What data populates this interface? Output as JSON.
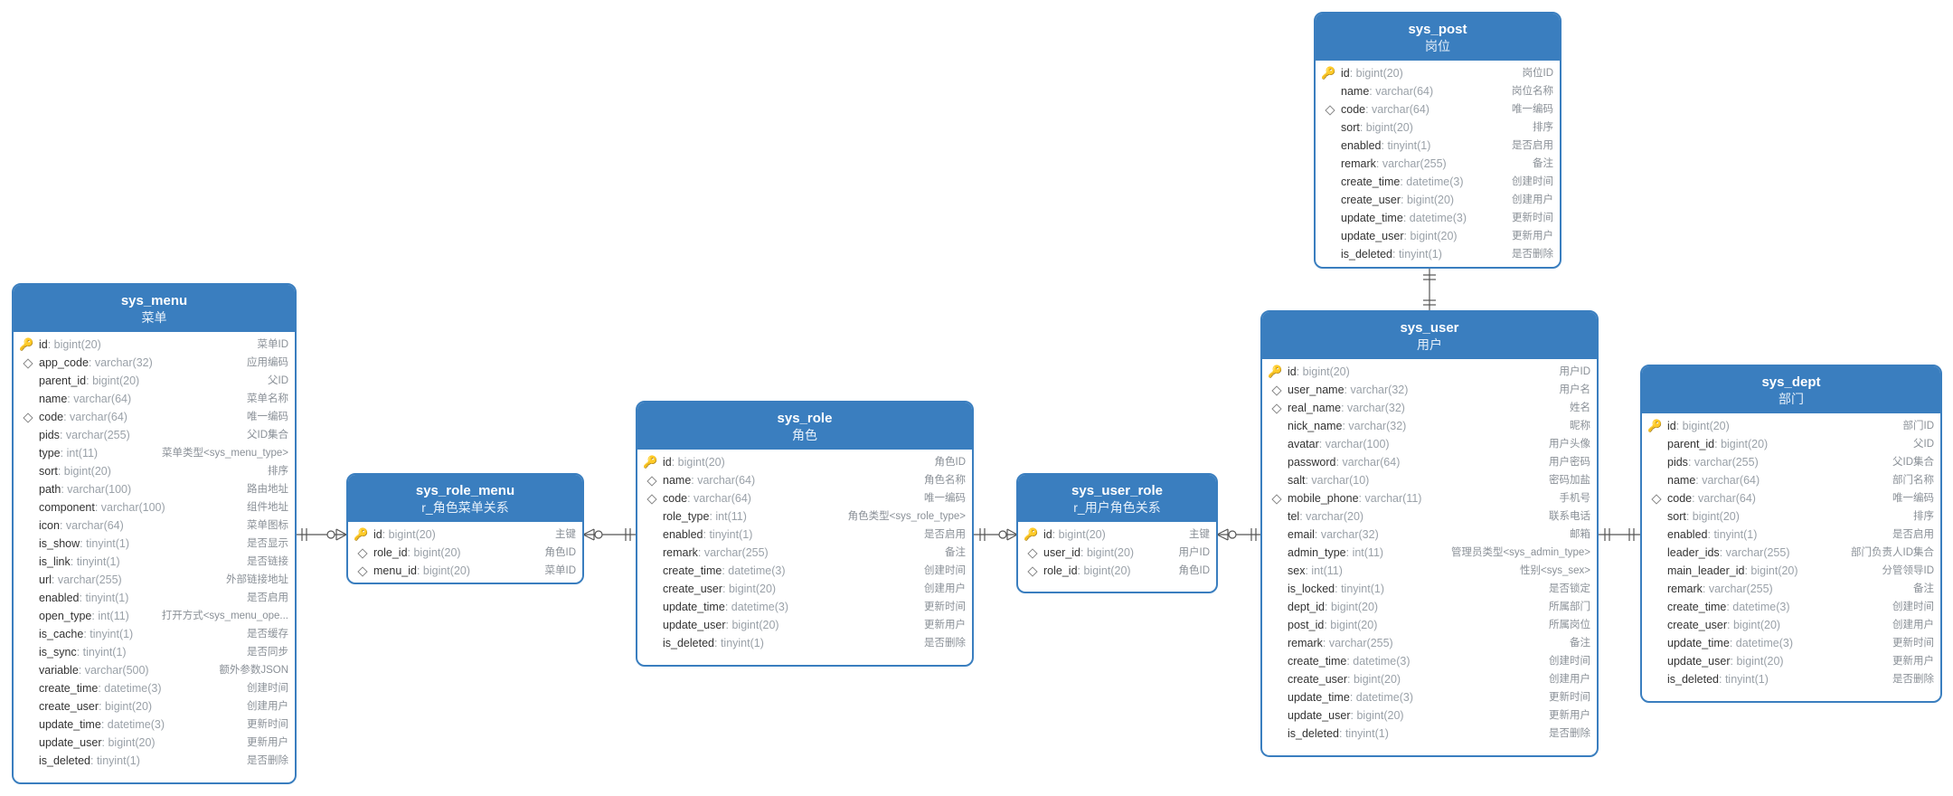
{
  "colors": {
    "header": "#3a7ebf",
    "border": "#3a7ebf",
    "line": "#555555",
    "key": "#e0a800"
  },
  "tables": {
    "sys_menu": {
      "name": "sys_menu",
      "cn": "菜单",
      "columns": [
        {
          "name": "id",
          "type": ": bigint(20)",
          "comment": "菜单ID",
          "key": true
        },
        {
          "name": "app_code",
          "type": ": varchar(32)",
          "comment": "应用编码",
          "idx": true
        },
        {
          "name": "parent_id",
          "type": ": bigint(20)",
          "comment": "父ID"
        },
        {
          "name": "name",
          "type": ": varchar(64)",
          "comment": "菜单名称"
        },
        {
          "name": "code",
          "type": ": varchar(64)",
          "comment": "唯一编码",
          "idx": true
        },
        {
          "name": "pids",
          "type": ": varchar(255)",
          "comment": "父ID集合"
        },
        {
          "name": "type",
          "type": ": int(11)",
          "comment": "菜单类型<sys_menu_type>"
        },
        {
          "name": "sort",
          "type": ": bigint(20)",
          "comment": "排序"
        },
        {
          "name": "path",
          "type": ": varchar(100)",
          "comment": "路由地址"
        },
        {
          "name": "component",
          "type": ": varchar(100)",
          "comment": "组件地址"
        },
        {
          "name": "icon",
          "type": ": varchar(64)",
          "comment": "菜单图标"
        },
        {
          "name": "is_show",
          "type": ": tinyint(1)",
          "comment": "是否显示"
        },
        {
          "name": "is_link",
          "type": ": tinyint(1)",
          "comment": "是否链接"
        },
        {
          "name": "url",
          "type": ": varchar(255)",
          "comment": "外部链接地址"
        },
        {
          "name": "enabled",
          "type": ": tinyint(1)",
          "comment": "是否启用"
        },
        {
          "name": "open_type",
          "type": ": int(11)",
          "comment": "打开方式<sys_menu_ope..."
        },
        {
          "name": "is_cache",
          "type": ": tinyint(1)",
          "comment": "是否缓存"
        },
        {
          "name": "is_sync",
          "type": ": tinyint(1)",
          "comment": "是否同步"
        },
        {
          "name": "variable",
          "type": ": varchar(500)",
          "comment": "额外参数JSON"
        },
        {
          "name": "create_time",
          "type": ": datetime(3)",
          "comment": "创建时间"
        },
        {
          "name": "create_user",
          "type": ": bigint(20)",
          "comment": "创建用户"
        },
        {
          "name": "update_time",
          "type": ": datetime(3)",
          "comment": "更新时间"
        },
        {
          "name": "update_user",
          "type": ": bigint(20)",
          "comment": "更新用户"
        },
        {
          "name": "is_deleted",
          "type": ": tinyint(1)",
          "comment": "是否删除"
        }
      ]
    },
    "sys_role_menu": {
      "name": "sys_role_menu",
      "cn": "r_角色菜单关系",
      "columns": [
        {
          "name": "id",
          "type": ": bigint(20)",
          "comment": "主键",
          "key": true
        },
        {
          "name": "role_id",
          "type": ": bigint(20)",
          "comment": "角色ID",
          "idx": true
        },
        {
          "name": "menu_id",
          "type": ": bigint(20)",
          "comment": "菜单ID",
          "idx": true
        }
      ]
    },
    "sys_role": {
      "name": "sys_role",
      "cn": "角色",
      "columns": [
        {
          "name": "id",
          "type": ": bigint(20)",
          "comment": "角色ID",
          "key": true
        },
        {
          "name": "name",
          "type": ": varchar(64)",
          "comment": "角色名称",
          "idx": true
        },
        {
          "name": "code",
          "type": ": varchar(64)",
          "comment": "唯一编码",
          "idx": true
        },
        {
          "name": "role_type",
          "type": ": int(11)",
          "comment": "角色类型<sys_role_type>"
        },
        {
          "name": "enabled",
          "type": ": tinyint(1)",
          "comment": "是否启用"
        },
        {
          "name": "remark",
          "type": ": varchar(255)",
          "comment": "备注"
        },
        {
          "name": "create_time",
          "type": ": datetime(3)",
          "comment": "创建时间"
        },
        {
          "name": "create_user",
          "type": ": bigint(20)",
          "comment": "创建用户"
        },
        {
          "name": "update_time",
          "type": ": datetime(3)",
          "comment": "更新时间"
        },
        {
          "name": "update_user",
          "type": ": bigint(20)",
          "comment": "更新用户"
        },
        {
          "name": "is_deleted",
          "type": ": tinyint(1)",
          "comment": "是否删除"
        }
      ]
    },
    "sys_user_role": {
      "name": "sys_user_role",
      "cn": "r_用户角色关系",
      "columns": [
        {
          "name": "id",
          "type": ": bigint(20)",
          "comment": "主键",
          "key": true
        },
        {
          "name": "user_id",
          "type": ": bigint(20)",
          "comment": "用户ID",
          "idx": true
        },
        {
          "name": "role_id",
          "type": ": bigint(20)",
          "comment": "角色ID",
          "idx": true
        }
      ]
    },
    "sys_post": {
      "name": "sys_post",
      "cn": "岗位",
      "columns": [
        {
          "name": "id",
          "type": ": bigint(20)",
          "comment": "岗位ID",
          "key": true
        },
        {
          "name": "name",
          "type": ": varchar(64)",
          "comment": "岗位名称"
        },
        {
          "name": "code",
          "type": ": varchar(64)",
          "comment": "唯一编码",
          "idx": true
        },
        {
          "name": "sort",
          "type": ": bigint(20)",
          "comment": "排序"
        },
        {
          "name": "enabled",
          "type": ": tinyint(1)",
          "comment": "是否启用"
        },
        {
          "name": "remark",
          "type": ": varchar(255)",
          "comment": "备注"
        },
        {
          "name": "create_time",
          "type": ": datetime(3)",
          "comment": "创建时间"
        },
        {
          "name": "create_user",
          "type": ": bigint(20)",
          "comment": "创建用户"
        },
        {
          "name": "update_time",
          "type": ": datetime(3)",
          "comment": "更新时间"
        },
        {
          "name": "update_user",
          "type": ": bigint(20)",
          "comment": "更新用户"
        },
        {
          "name": "is_deleted",
          "type": ": tinyint(1)",
          "comment": "是否删除"
        }
      ]
    },
    "sys_user": {
      "name": "sys_user",
      "cn": "用户",
      "columns": [
        {
          "name": "id",
          "type": ": bigint(20)",
          "comment": "用户ID",
          "key": true
        },
        {
          "name": "user_name",
          "type": ": varchar(32)",
          "comment": "用户名",
          "idx": true
        },
        {
          "name": "real_name",
          "type": ": varchar(32)",
          "comment": "姓名",
          "idx": true
        },
        {
          "name": "nick_name",
          "type": ": varchar(32)",
          "comment": "昵称"
        },
        {
          "name": "avatar",
          "type": ": varchar(100)",
          "comment": "用户头像"
        },
        {
          "name": "password",
          "type": ": varchar(64)",
          "comment": "用户密码"
        },
        {
          "name": "salt",
          "type": ": varchar(10)",
          "comment": "密码加盐"
        },
        {
          "name": "mobile_phone",
          "type": ": varchar(11)",
          "comment": "手机号",
          "idx": true
        },
        {
          "name": "tel",
          "type": ": varchar(20)",
          "comment": "联系电话"
        },
        {
          "name": "email",
          "type": ": varchar(32)",
          "comment": "邮箱"
        },
        {
          "name": "admin_type",
          "type": ": int(11)",
          "comment": "管理员类型<sys_admin_type>"
        },
        {
          "name": "sex",
          "type": ": int(11)",
          "comment": "性别<sys_sex>"
        },
        {
          "name": "is_locked",
          "type": ": tinyint(1)",
          "comment": "是否锁定"
        },
        {
          "name": "dept_id",
          "type": ": bigint(20)",
          "comment": "所属部门"
        },
        {
          "name": "post_id",
          "type": ": bigint(20)",
          "comment": "所属岗位"
        },
        {
          "name": "remark",
          "type": ": varchar(255)",
          "comment": "备注"
        },
        {
          "name": "create_time",
          "type": ": datetime(3)",
          "comment": "创建时间"
        },
        {
          "name": "create_user",
          "type": ": bigint(20)",
          "comment": "创建用户"
        },
        {
          "name": "update_time",
          "type": ": datetime(3)",
          "comment": "更新时间"
        },
        {
          "name": "update_user",
          "type": ": bigint(20)",
          "comment": "更新用户"
        },
        {
          "name": "is_deleted",
          "type": ": tinyint(1)",
          "comment": "是否删除"
        }
      ]
    },
    "sys_dept": {
      "name": "sys_dept",
      "cn": "部门",
      "columns": [
        {
          "name": "id",
          "type": ": bigint(20)",
          "comment": "部门ID",
          "key": true
        },
        {
          "name": "parent_id",
          "type": ": bigint(20)",
          "comment": "父ID"
        },
        {
          "name": "pids",
          "type": ": varchar(255)",
          "comment": "父ID集合"
        },
        {
          "name": "name",
          "type": ": varchar(64)",
          "comment": "部门名称"
        },
        {
          "name": "code",
          "type": ": varchar(64)",
          "comment": "唯一编码",
          "idx": true
        },
        {
          "name": "sort",
          "type": ": bigint(20)",
          "comment": "排序"
        },
        {
          "name": "enabled",
          "type": ": tinyint(1)",
          "comment": "是否启用"
        },
        {
          "name": "leader_ids",
          "type": ": varchar(255)",
          "comment": "部门负责人ID集合"
        },
        {
          "name": "main_leader_id",
          "type": ": bigint(20)",
          "comment": "分管领导ID"
        },
        {
          "name": "remark",
          "type": ": varchar(255)",
          "comment": "备注"
        },
        {
          "name": "create_time",
          "type": ": datetime(3)",
          "comment": "创建时间"
        },
        {
          "name": "create_user",
          "type": ": bigint(20)",
          "comment": "创建用户"
        },
        {
          "name": "update_time",
          "type": ": datetime(3)",
          "comment": "更新时间"
        },
        {
          "name": "update_user",
          "type": ": bigint(20)",
          "comment": "更新用户"
        },
        {
          "name": "is_deleted",
          "type": ": tinyint(1)",
          "comment": "是否删除"
        }
      ]
    }
  },
  "relations": [
    {
      "from": "sys_menu",
      "to": "sys_role_menu",
      "from_end": "one-and-only-one",
      "to_end": "zero-or-many"
    },
    {
      "from": "sys_role_menu",
      "to": "sys_role",
      "from_end": "zero-or-many",
      "to_end": "one-and-only-one"
    },
    {
      "from": "sys_role",
      "to": "sys_user_role",
      "from_end": "one-and-only-one",
      "to_end": "zero-or-many"
    },
    {
      "from": "sys_user_role",
      "to": "sys_user",
      "from_end": "zero-or-many",
      "to_end": "one-and-only-one"
    },
    {
      "from": "sys_post",
      "to": "sys_user",
      "from_end": "one-and-only-one",
      "to_end": "one-and-only-one"
    },
    {
      "from": "sys_user",
      "to": "sys_dept",
      "from_end": "one-and-only-one",
      "to_end": "one-and-only-one"
    }
  ]
}
